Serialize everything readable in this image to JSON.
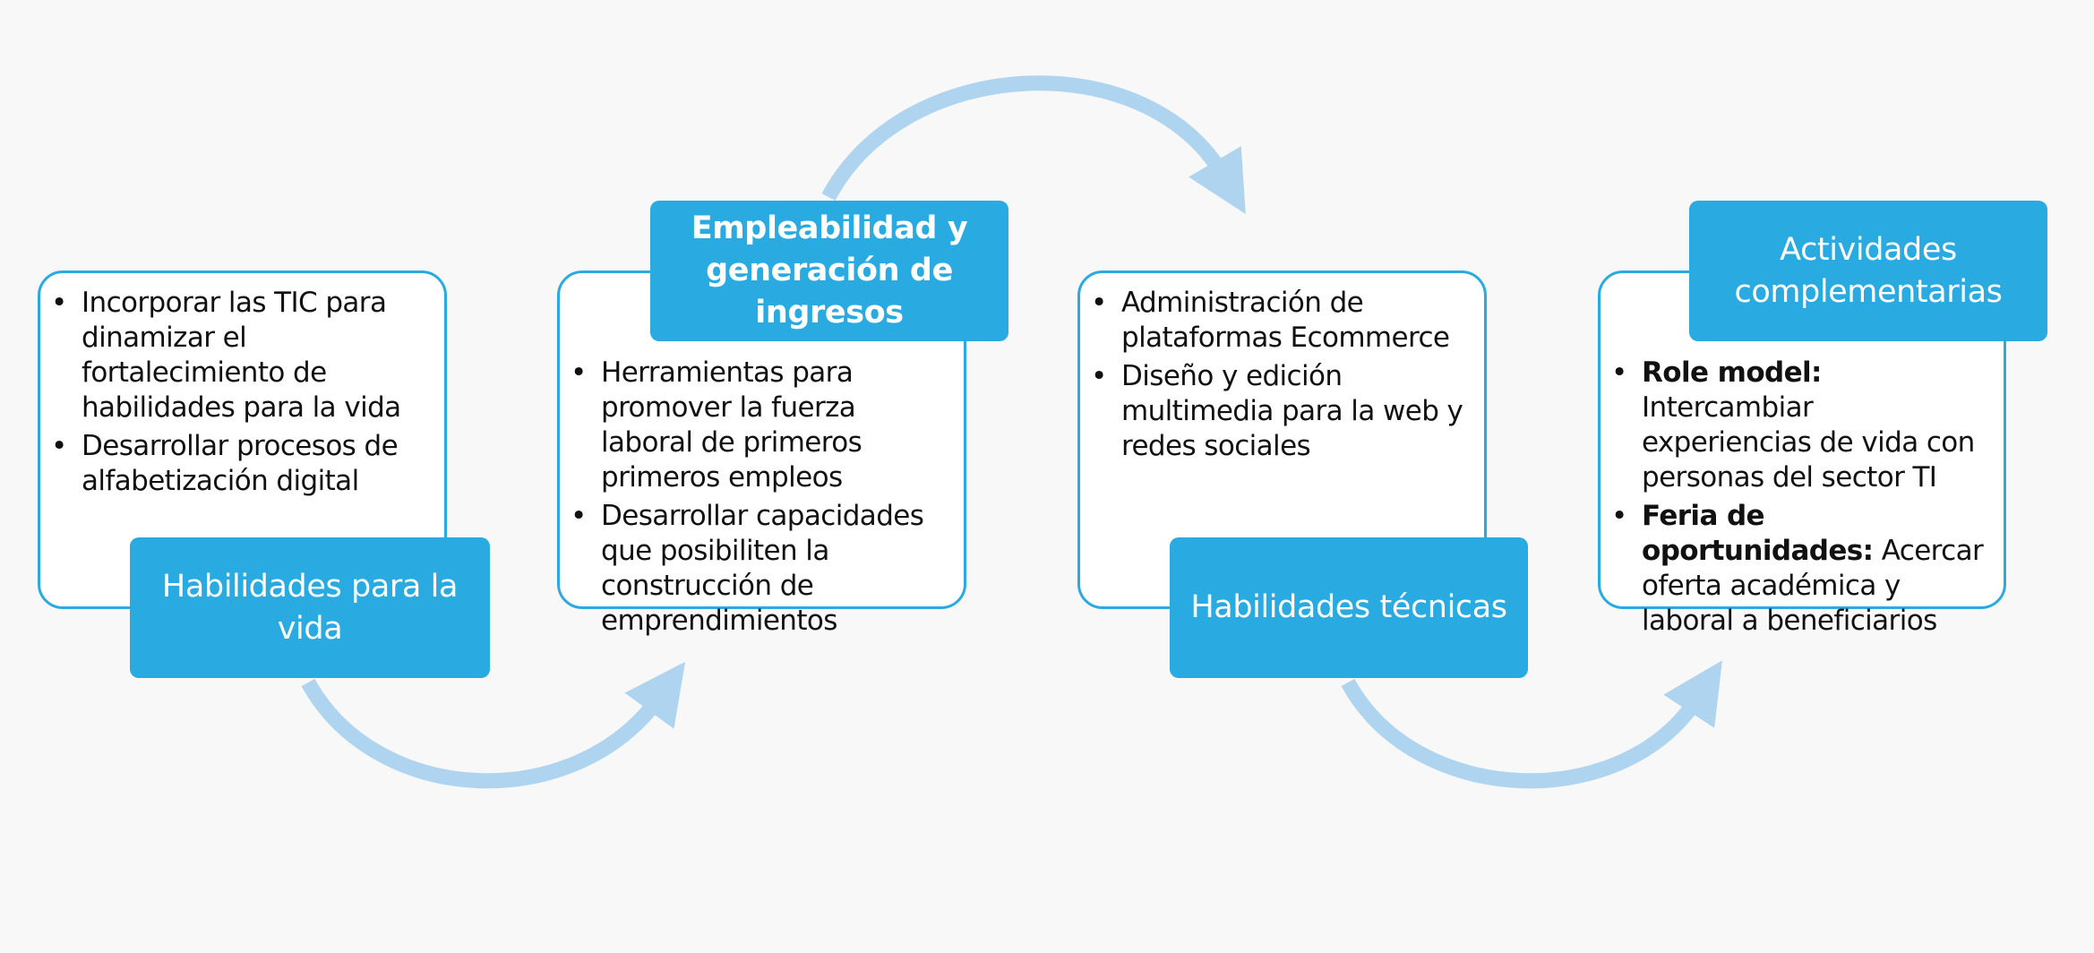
{
  "colors": {
    "accent": "#29abe2",
    "arrow": "#afd4ef",
    "background": "#f8f8f8",
    "card_fill": "#ffffff",
    "text": "#111111"
  },
  "stages": [
    {
      "title": "Habilidades para la vida",
      "items": [
        {
          "strong": "",
          "text": "Incorporar las TIC para dinamizar el fortalecimiento de habilidades para la vida"
        },
        {
          "strong": "",
          "text": "Desarrollar procesos de alfabetización digital"
        }
      ]
    },
    {
      "title": "Empleabilidad y generación de ingresos",
      "items": [
        {
          "strong": "",
          "text": "Herramientas para promover la fuerza laboral de primeros primeros empleos"
        },
        {
          "strong": "",
          "text": "Desarrollar capacidades que posibiliten la construcción de emprendimientos"
        }
      ]
    },
    {
      "title": "Habilidades técnicas",
      "items": [
        {
          "strong": "",
          "text": "Administración de plataformas Ecommerce"
        },
        {
          "strong": "",
          "text": "Diseño y edición multimedia para la web y redes sociales"
        }
      ]
    },
    {
      "title": "Actividades complementarias",
      "items": [
        {
          "strong": "Role model:",
          "text": " Intercambiar experiencias de vida con personas del sector TI"
        },
        {
          "strong": "Feria de oportunidades:",
          "text": " Acercar oferta académica y laboral a beneficiarios"
        }
      ]
    }
  ]
}
